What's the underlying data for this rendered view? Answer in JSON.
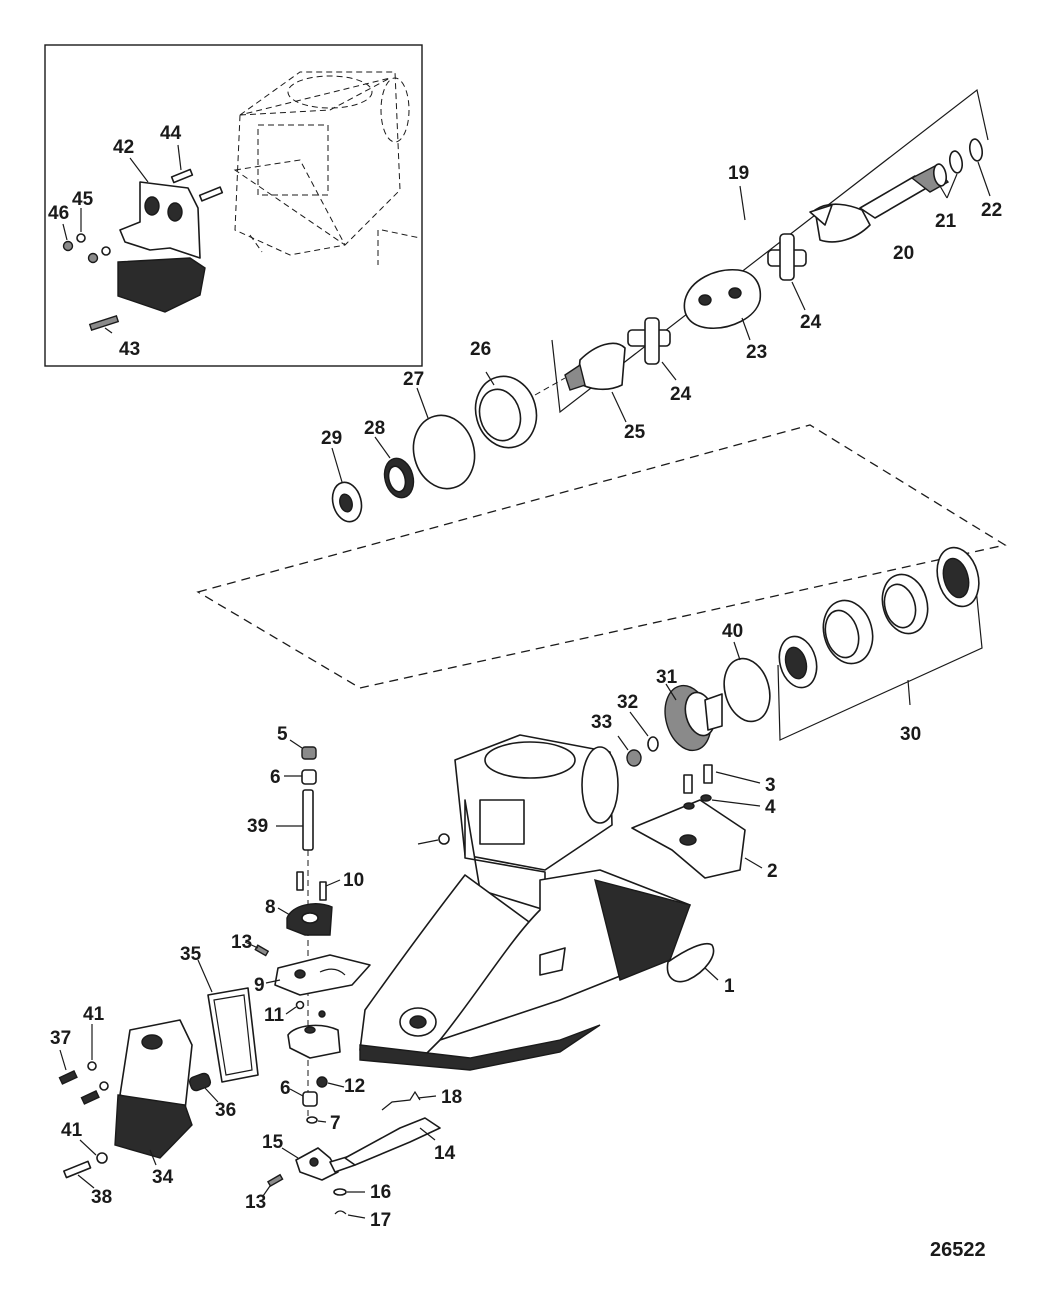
{
  "figure_number": "26522",
  "callouts": [
    {
      "id": "c1",
      "label": "1"
    },
    {
      "id": "c2",
      "label": "2"
    },
    {
      "id": "c3",
      "label": "3"
    },
    {
      "id": "c4",
      "label": "4"
    },
    {
      "id": "c5",
      "label": "5"
    },
    {
      "id": "c6a",
      "label": "6"
    },
    {
      "id": "c6b",
      "label": "6"
    },
    {
      "id": "c7",
      "label": "7"
    },
    {
      "id": "c8",
      "label": "8"
    },
    {
      "id": "c9",
      "label": "9"
    },
    {
      "id": "c10",
      "label": "10"
    },
    {
      "id": "c11",
      "label": "11"
    },
    {
      "id": "c12",
      "label": "12"
    },
    {
      "id": "c13a",
      "label": "13"
    },
    {
      "id": "c13b",
      "label": "13"
    },
    {
      "id": "c14",
      "label": "14"
    },
    {
      "id": "c15",
      "label": "15"
    },
    {
      "id": "c16",
      "label": "16"
    },
    {
      "id": "c17",
      "label": "17"
    },
    {
      "id": "c18",
      "label": "18"
    },
    {
      "id": "c19",
      "label": "19"
    },
    {
      "id": "c20",
      "label": "20"
    },
    {
      "id": "c21",
      "label": "21"
    },
    {
      "id": "c22",
      "label": "22"
    },
    {
      "id": "c23",
      "label": "23"
    },
    {
      "id": "c24a",
      "label": "24"
    },
    {
      "id": "c24b",
      "label": "24"
    },
    {
      "id": "c25",
      "label": "25"
    },
    {
      "id": "c26",
      "label": "26"
    },
    {
      "id": "c27",
      "label": "27"
    },
    {
      "id": "c28",
      "label": "28"
    },
    {
      "id": "c29",
      "label": "29"
    },
    {
      "id": "c30",
      "label": "30"
    },
    {
      "id": "c31",
      "label": "31"
    },
    {
      "id": "c32",
      "label": "32"
    },
    {
      "id": "c33",
      "label": "33"
    },
    {
      "id": "c34",
      "label": "34"
    },
    {
      "id": "c35",
      "label": "35"
    },
    {
      "id": "c36",
      "label": "36"
    },
    {
      "id": "c37",
      "label": "37"
    },
    {
      "id": "c38",
      "label": "38"
    },
    {
      "id": "c39",
      "label": "39"
    },
    {
      "id": "c40",
      "label": "40"
    },
    {
      "id": "c41a",
      "label": "41"
    },
    {
      "id": "c41b",
      "label": "41"
    },
    {
      "id": "c42",
      "label": "42"
    },
    {
      "id": "c43",
      "label": "43"
    },
    {
      "id": "c44",
      "label": "44"
    },
    {
      "id": "c45",
      "label": "45"
    },
    {
      "id": "c46",
      "label": "46"
    }
  ]
}
